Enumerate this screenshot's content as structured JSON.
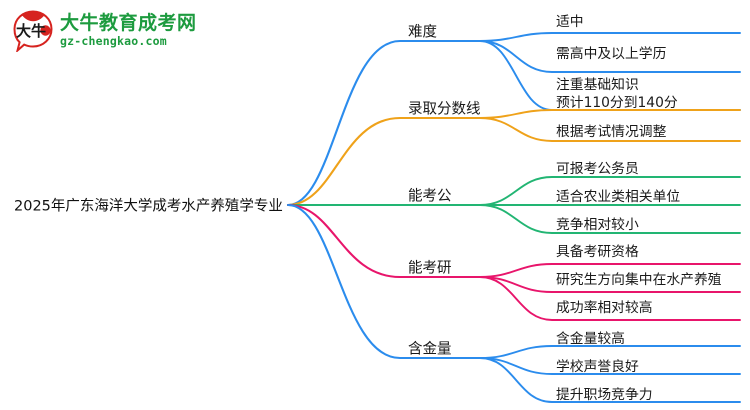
{
  "logo": {
    "badge_text": "大牛",
    "name": "大牛教育成考网",
    "domain": "gz-chengkao.com",
    "brand_green": "#1d9b3f",
    "badge_red": "#d6231f"
  },
  "mindmap": {
    "root": {
      "label": "2025年广东海洋大学成考水产养殖学专业"
    },
    "branches": [
      {
        "label": "难度",
        "color": "#2b8ced",
        "children": [
          {
            "label": "适中"
          },
          {
            "label": "需高中及以上学历"
          },
          {
            "label": "注重基础知识"
          }
        ]
      },
      {
        "label": "录取分数线",
        "color": "#efa21a",
        "children": [
          {
            "label": "预计110分到140分"
          },
          {
            "label": "根据考试情况调整"
          }
        ]
      },
      {
        "label": "能考公",
        "color": "#22b573",
        "children": [
          {
            "label": "可报考公务员"
          },
          {
            "label": "适合农业类相关单位"
          },
          {
            "label": "竞争相对较小"
          }
        ]
      },
      {
        "label": "能考研",
        "color": "#e8156b",
        "children": [
          {
            "label": "具备考研资格"
          },
          {
            "label": "研究生方向集中在水产养殖"
          },
          {
            "label": "成功率相对较高"
          }
        ]
      },
      {
        "label": "含金量",
        "color": "#2b8ced",
        "children": [
          {
            "label": "含金量较高"
          },
          {
            "label": "学校声誉良好"
          },
          {
            "label": "提升职场竞争力"
          }
        ]
      }
    ]
  }
}
